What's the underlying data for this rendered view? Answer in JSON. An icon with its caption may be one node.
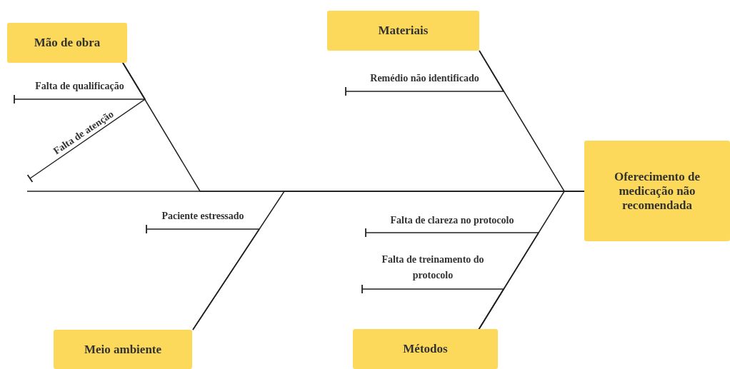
{
  "diagram": {
    "nodes": [
      {
        "text": [
          "Mão de obra"
        ]
      },
      {
        "text": [
          "Materiais"
        ]
      },
      {
        "text": [
          "Falta de qualificação"
        ]
      },
      {
        "text": [
          "Remédio não identificado"
        ]
      },
      {
        "text": [
          "Falta de atenção"
        ]
      },
      {
        "text": [
          "Oferecimento de medicação não recomendada"
        ]
      },
      {
        "text": [
          "Paciente estressado"
        ]
      },
      {
        "text": [
          "Falta de clareza no protocolo"
        ]
      },
      {
        "text": [
          "Falta de treinamento do protocolo"
        ]
      },
      {
        "text": [
          "Meio ambiente"
        ]
      },
      {
        "text": [
          "Métodos"
        ]
      }
    ],
    "edges": [
      {
        "from": 0,
        "to": 5,
        "arrow": "none"
      },
      {
        "from": 1,
        "to": 5,
        "arrow": "none"
      },
      {
        "from": 9,
        "to": 5,
        "arrow": "none"
      },
      {
        "from": 10,
        "to": 5,
        "arrow": "none"
      },
      {
        "from": 2,
        "to": 0,
        "arrow": "other"
      },
      {
        "from": 4,
        "to": 0,
        "arrow": "other"
      },
      {
        "from": 3,
        "to": 1,
        "arrow": "other"
      },
      {
        "from": 6,
        "to": 9,
        "arrow": "other"
      },
      {
        "from": 7,
        "to": 10,
        "arrow": "other"
      },
      {
        "from": 8,
        "to": 10,
        "arrow": "other"
      }
    ]
  }
}
